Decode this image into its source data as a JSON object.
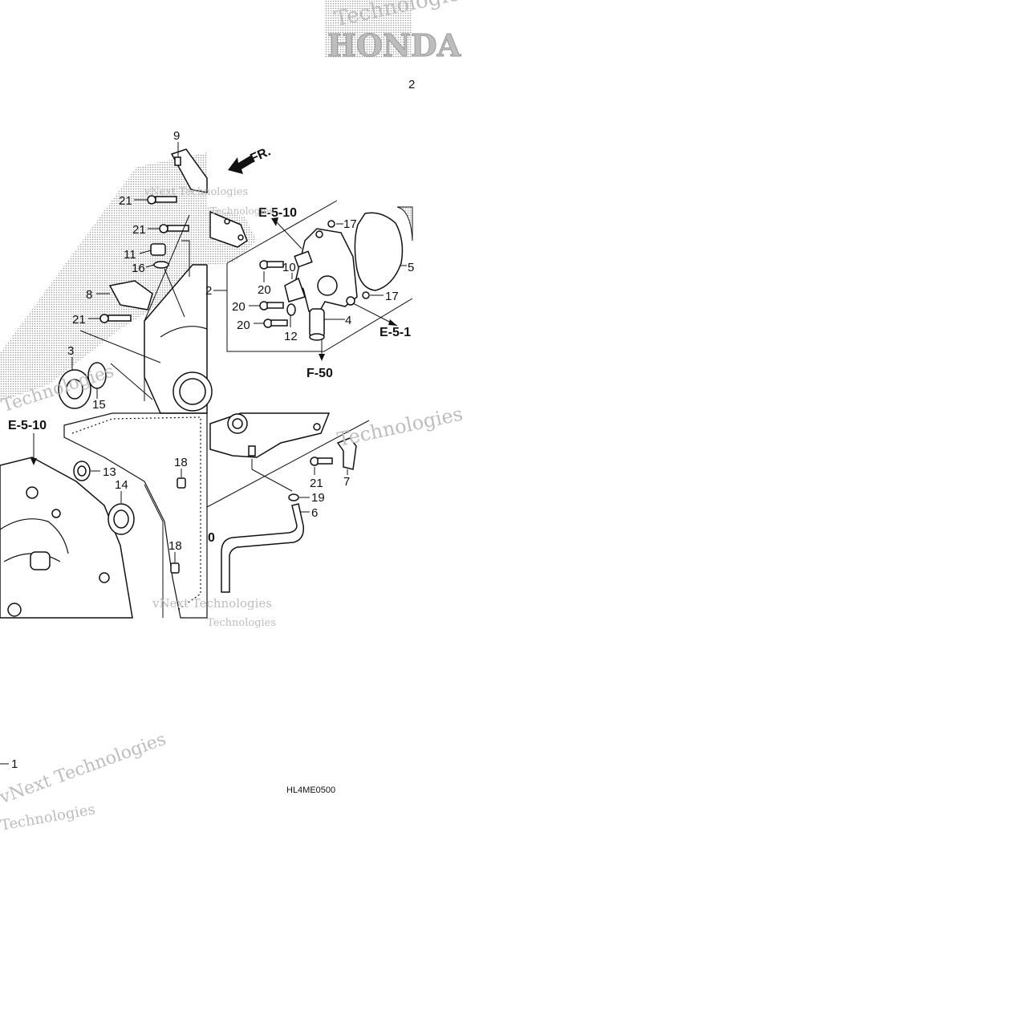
{
  "diagram": {
    "orientation_label": "FR.",
    "drawing_code": "HL4ME0500",
    "watermark_texts": [
      "vNext Technologies",
      "Technologies",
      "HONDA"
    ],
    "callouts": {
      "p9": "9",
      "p21a": "21",
      "p21b": "21",
      "p11": "11",
      "p16": "16",
      "p8": "8",
      "p21c": "21",
      "p3": "3",
      "p15": "15",
      "p2": "2",
      "p20a": "20",
      "p20b": "20",
      "p20c": "20",
      "p10": "10",
      "p12": "12",
      "p4": "4",
      "p17a": "17",
      "p17b": "17",
      "p5": "5",
      "p13": "13",
      "p14": "14",
      "p18a": "18",
      "p18b": "18",
      "p21d": "21",
      "p7": "7",
      "p19": "19",
      "p6": "6",
      "p1": "1",
      "top_edge": "2"
    },
    "references": {
      "e510_top": "E-5-10",
      "e51_right": "E-5-1",
      "f50": "F-50",
      "e510_left": "E-5-10",
      "edge_zero": "0"
    }
  }
}
